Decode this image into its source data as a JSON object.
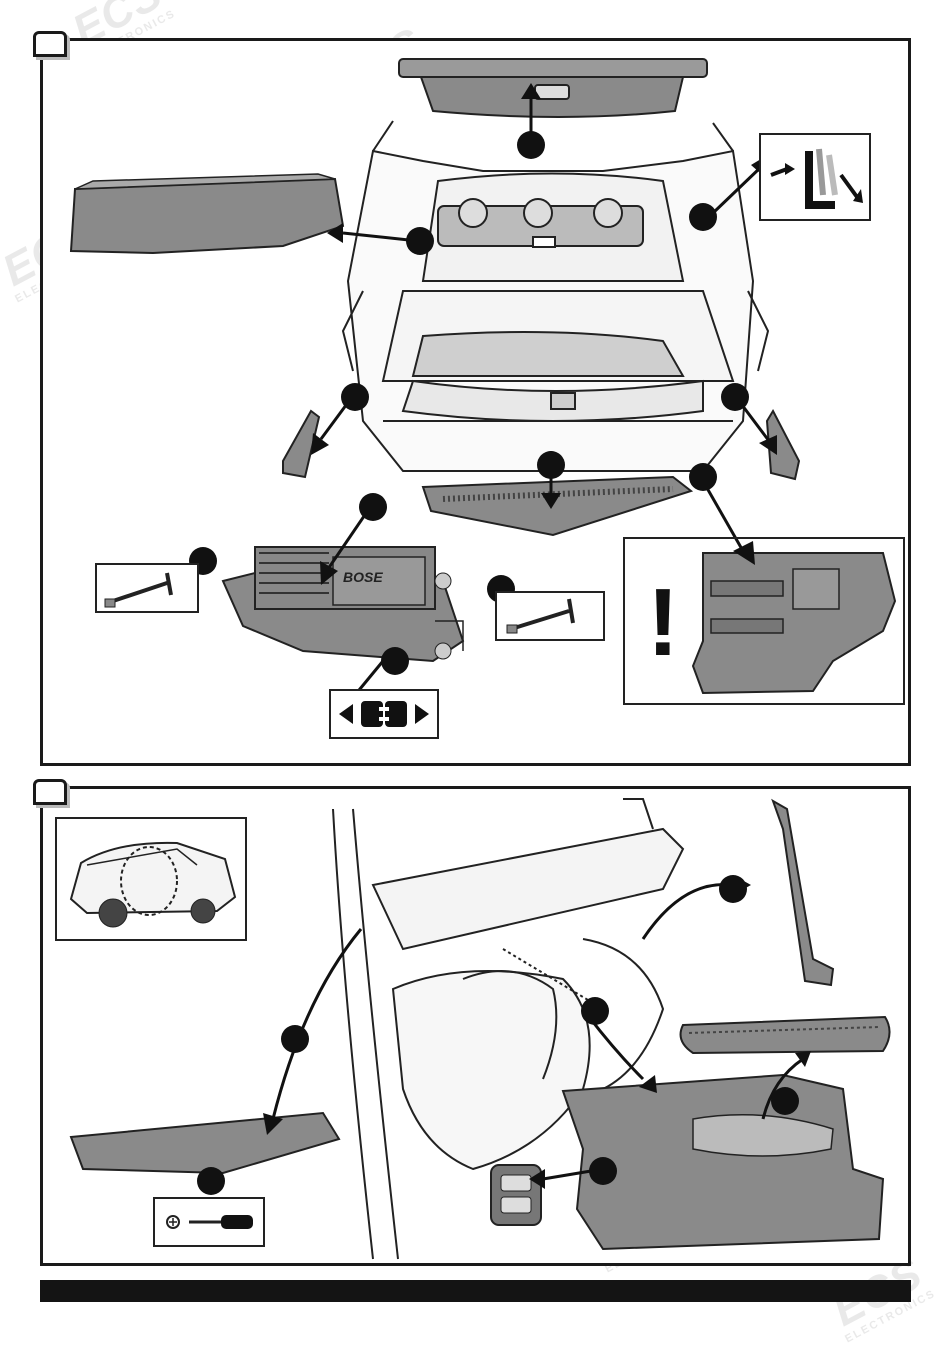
{
  "document": {
    "panels": [
      {
        "id": "step-1",
        "label": ""
      },
      {
        "id": "step-2",
        "label": ""
      }
    ],
    "brand_on_amplifier": "BOSE",
    "warning_symbol": "!",
    "watermark": {
      "brand": "ECS",
      "tagline": "ELECTRONICS"
    }
  },
  "icons": {
    "marker": "filled-circle-marker",
    "arrow": "arrow-icon",
    "connector": "connector-disconnect-icon",
    "fold": "seat-fold-icon",
    "screwdriver": "screwdriver-icon"
  },
  "colors": {
    "frame": "#1a1a1a",
    "part_fill": "#8a8a8a",
    "part_light": "#cfcfcf",
    "line": "#222222",
    "marker": "#111111"
  }
}
